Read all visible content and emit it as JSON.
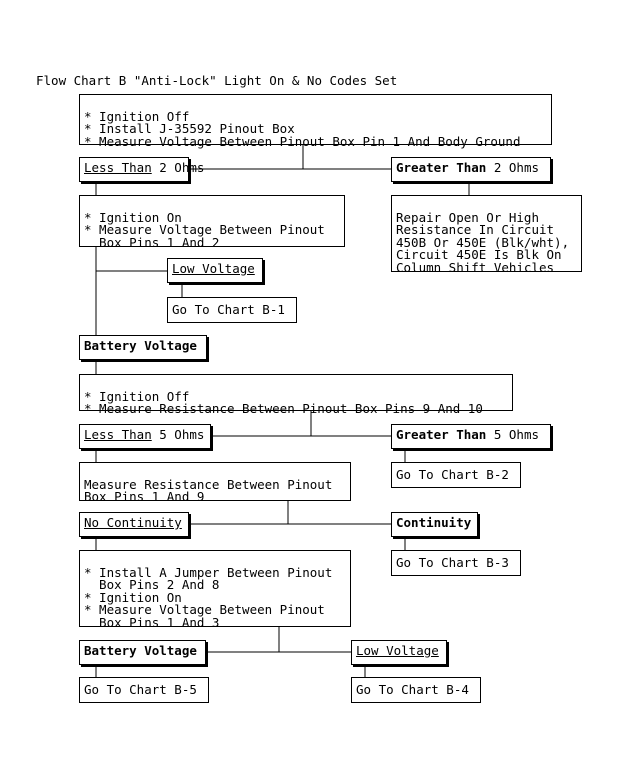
{
  "title": "Flow Chart B \"Anti-Lock\" Light On & No Codes Set",
  "steps": {
    "s1": [
      "* Ignition Off",
      "* Install J-35592 Pinout Box",
      "* Measure Voltage Between Pinout Box Pin 1 And Body Ground"
    ],
    "lt2_a": "Less Than",
    "lt2_b": " 2 Ohms",
    "gt2_a": "Greater Than",
    "gt2_b": " 2 Ohms",
    "s2": [
      "* Ignition On",
      "* Measure Voltage Between Pinout",
      "  Box Pins 1 And 2"
    ],
    "repair": [
      "Repair Open Or High",
      "Resistance In Circuit",
      "450B Or 450E (Blk/wht),",
      "Circuit 450E Is Blk On",
      "Column Shift Vehicles"
    ],
    "lowv1": "Low Voltage",
    "goto_b1": "Go To Chart B-1",
    "battv1": "Battery Voltage",
    "s3": [
      "* Ignition Off",
      "* Measure Resistance Between Pinout Box Pins 9 And 10"
    ],
    "lt5_a": "Less Than",
    "lt5_b": " 5 Ohms",
    "gt5_a": "Greater Than",
    "gt5_b": " 5 Ohms",
    "s4": [
      "Measure Resistance Between Pinout",
      "Box Pins 1 And 9"
    ],
    "goto_b2": "Go To Chart B-2",
    "nocont": "No Continuity",
    "cont": "Continuity",
    "s5": [
      "* Install A Jumper Between Pinout",
      "  Box Pins 2 And 8",
      "* Ignition On",
      "* Measure Voltage Between Pinout",
      "  Box Pins 1 And 3"
    ],
    "goto_b3": "Go To Chart B-3",
    "battv2": "Battery Voltage",
    "lowv2": "Low Voltage",
    "goto_b5": "Go To Chart B-5",
    "goto_b4": "Go To Chart B-4"
  }
}
